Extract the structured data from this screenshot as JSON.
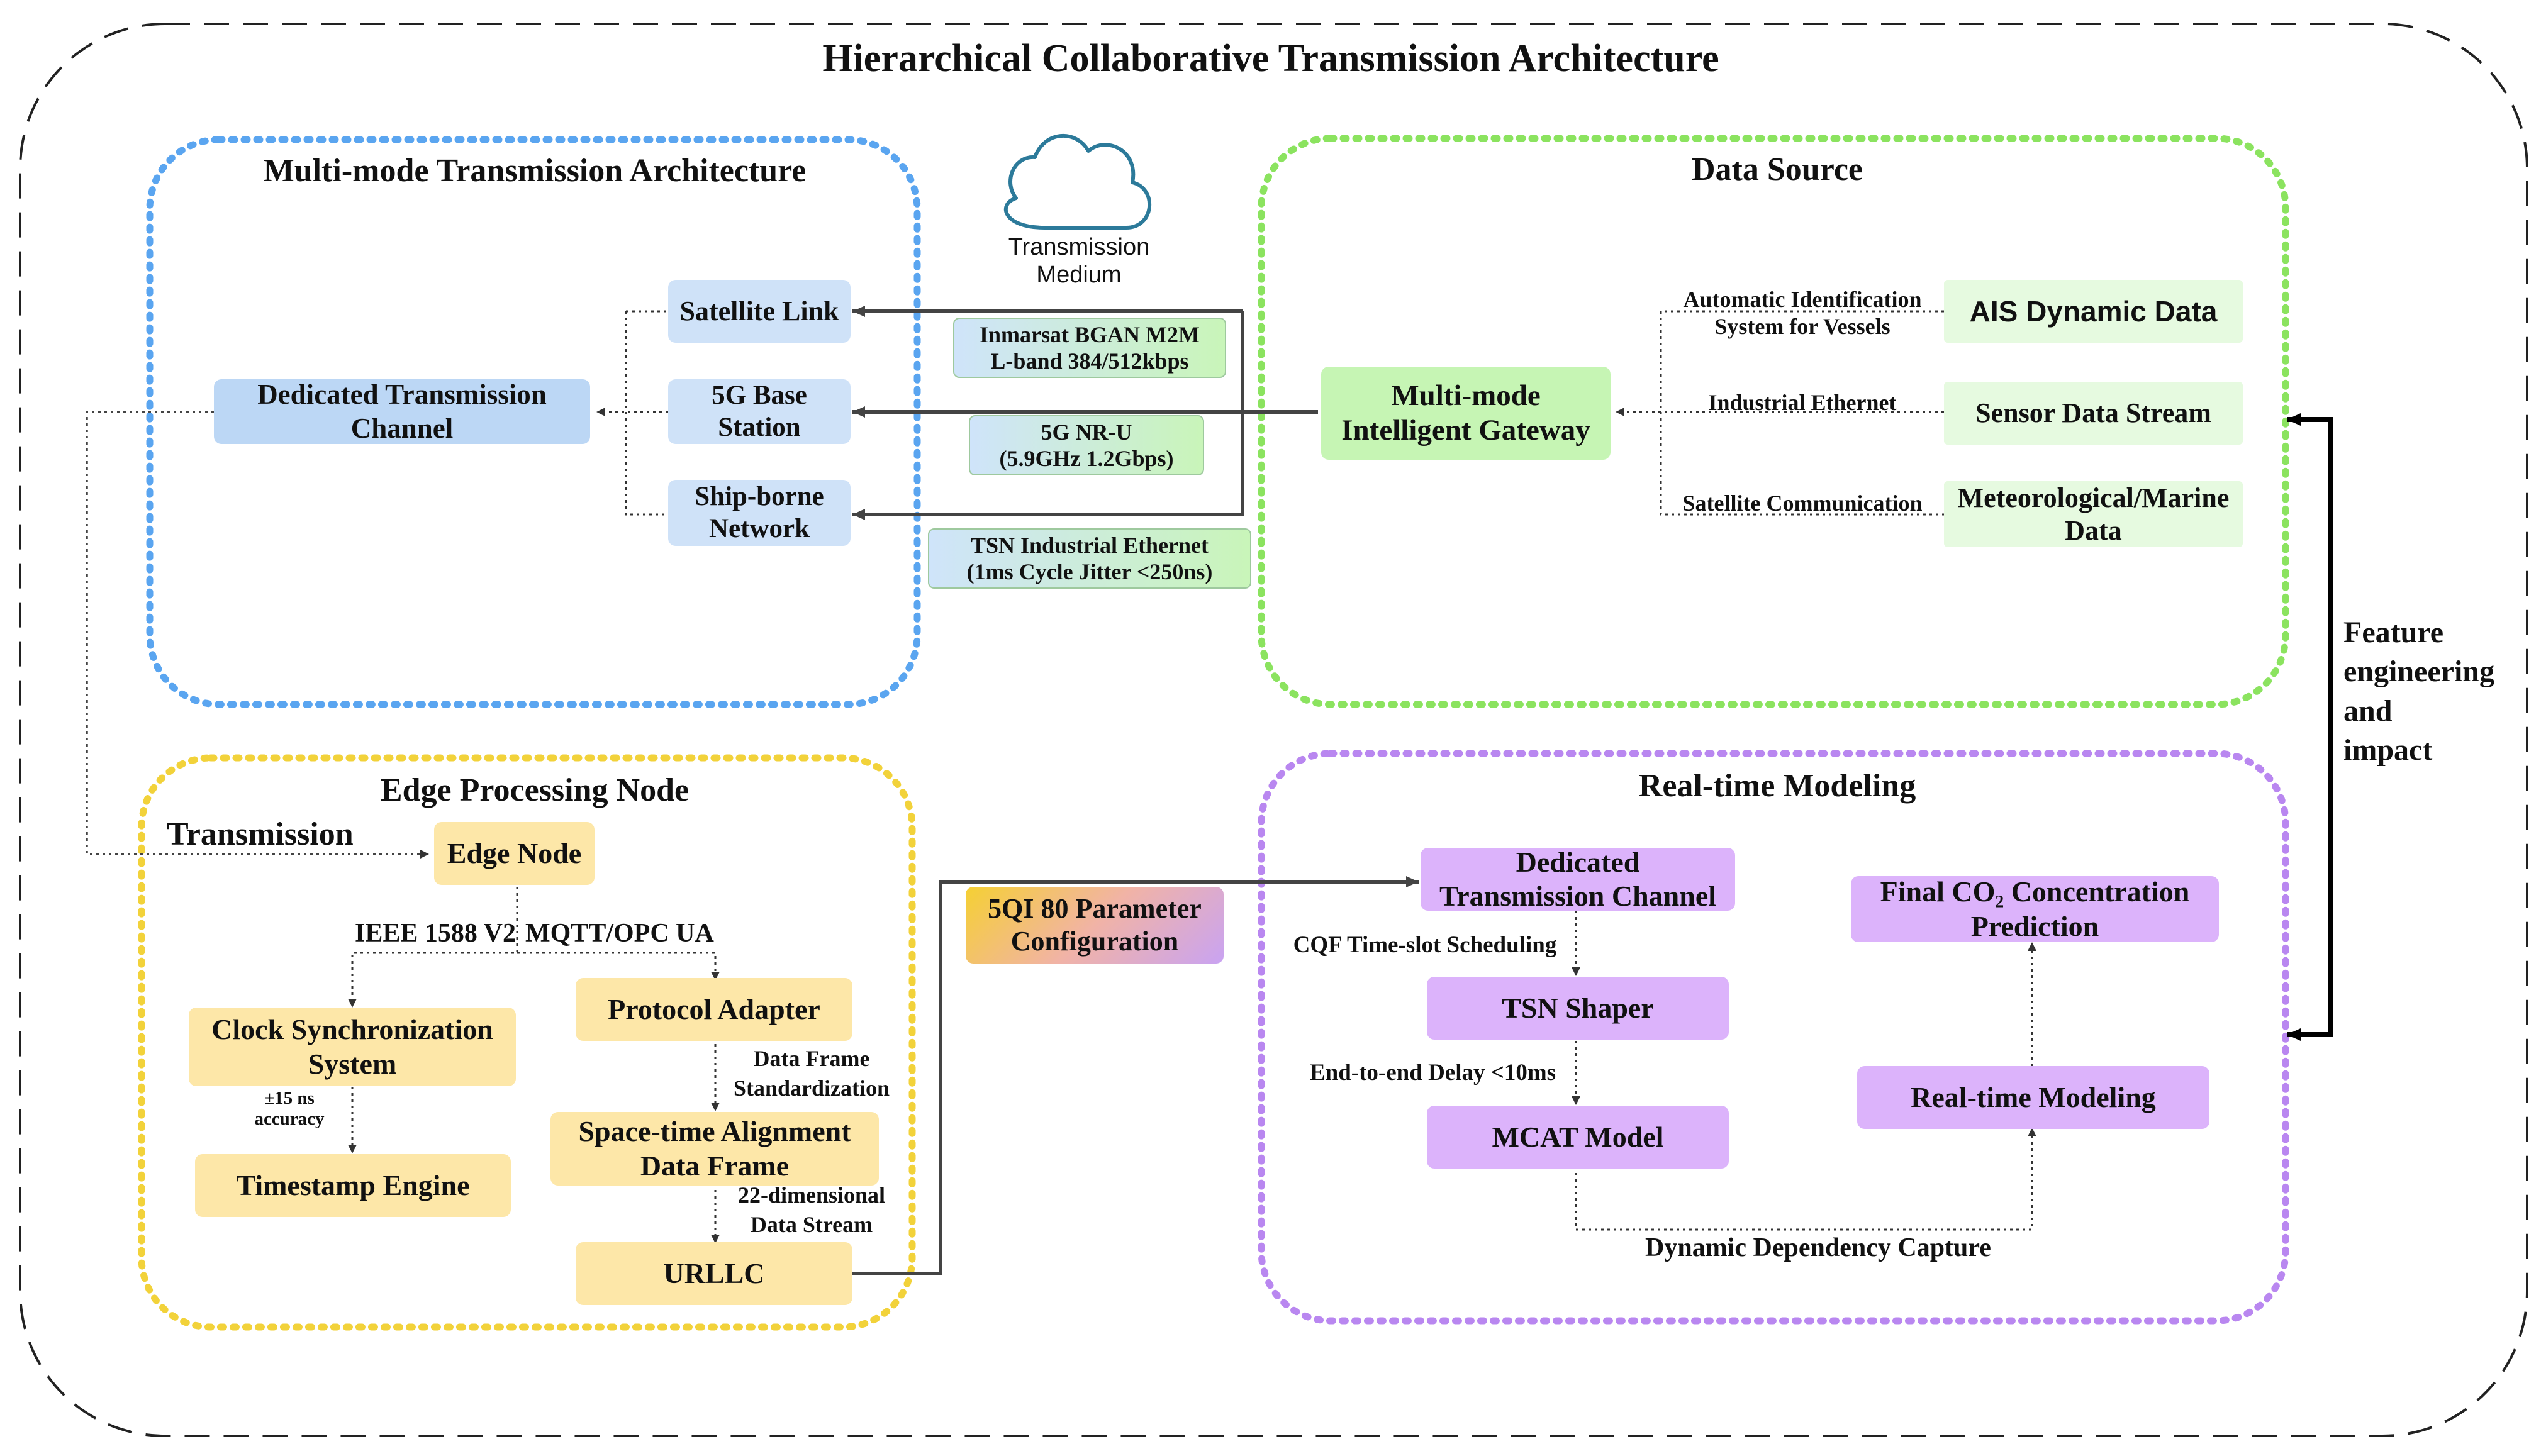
{
  "title": "Hierarchical Collaborative Transmission Architecture",
  "sections": {
    "multimode": "Multi-mode Transmission Architecture",
    "datasource": "Data Source",
    "edge": "Edge Processing Node",
    "realtime": "Real-time Modeling"
  },
  "cloud": {
    "line1": "Transmission",
    "line2": "Medium"
  },
  "multimode": {
    "dedicated": {
      "line1": "Dedicated Transmission",
      "line2": "Channel"
    },
    "satellite": "Satellite Link",
    "base5g": {
      "line1": "5G Base",
      "line2": "Station"
    },
    "shipborne": {
      "line1": "Ship-borne",
      "line2": "Network"
    }
  },
  "links": {
    "inmarsat": {
      "line1": "Inmarsat BGAN M2M",
      "line2": "L-band 384/512kbps"
    },
    "nru": {
      "line1": "5G NR-U",
      "line2": "(5.9GHz 1.2Gbps)"
    },
    "tsn": {
      "line1": "TSN Industrial Ethernet",
      "line2": "(1ms Cycle Jitter <250ns)"
    }
  },
  "datasource": {
    "gateway": {
      "line1": "Multi-mode",
      "line2": "Intelligent Gateway"
    },
    "ais_label": {
      "line1": "Automatic Identification",
      "line2": "System for Vessels"
    },
    "ethernet_label": "Industrial Ethernet",
    "satcom_label": "Satellite Communication",
    "ais": "AIS Dynamic Data",
    "sensor": "Sensor Data Stream",
    "meteo": {
      "line1": "Meteorological/Marine",
      "line2": "Data"
    }
  },
  "feedback": {
    "line1": "Feature",
    "line2": "engineering",
    "line3": "and",
    "line4": "impact"
  },
  "edge": {
    "transmission": "Transmission",
    "edge_node": "Edge Node",
    "ieee": "IEEE 1588 V2",
    "mqtt": "MQTT/OPC UA",
    "clock": {
      "line1": "Clock Synchronization",
      "line2": "System"
    },
    "accuracy": {
      "line1": "±15 ns",
      "line2": "accuracy"
    },
    "timestamp": "Timestamp Engine",
    "protocol": "Protocol Adapter",
    "frame_std": {
      "line1": "Data Frame",
      "line2": "Standardization"
    },
    "spacetime": {
      "line1": "Space-time Alignment",
      "line2": "Data Frame"
    },
    "stream": {
      "line1": "22-dimensional",
      "line2": "Data Stream"
    },
    "urllc": "URLLC"
  },
  "fiveqi": {
    "line1": "5QI 80 Parameter",
    "line2": "Configuration"
  },
  "realtime": {
    "dedicated": {
      "line1": "Dedicated",
      "line2": "Transmission Channel"
    },
    "cqf": "CQF Time-slot Scheduling",
    "tsn_shaper": "TSN Shaper",
    "delay": "End-to-end Delay <10ms",
    "mcat": "MCAT Model",
    "dependency": "Dynamic Dependency Capture",
    "rt_model": "Real-time Modeling",
    "final": {
      "line1": "Final CO₂ Concentration",
      "line2": "Prediction"
    }
  },
  "colors": {
    "blue_border": "#5aa5f0",
    "green_border": "#8be35f",
    "yellow_border": "#f2d23a",
    "purple_border": "#b987f0"
  }
}
